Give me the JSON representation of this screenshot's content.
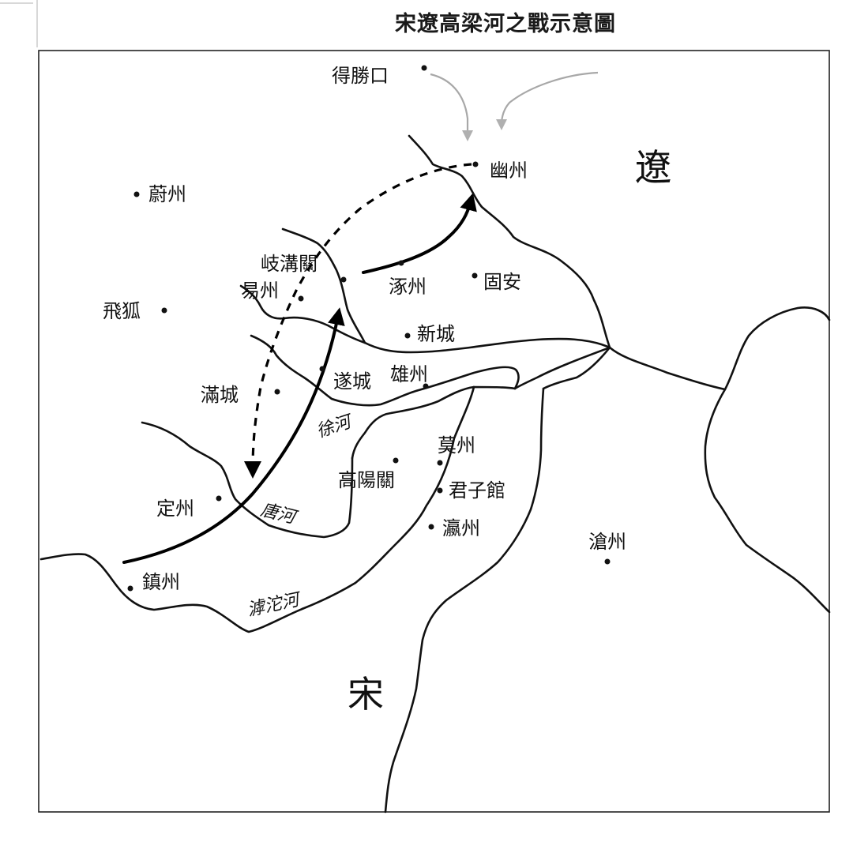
{
  "title": "宋遼高梁河之戰示意圖",
  "regions": {
    "liao": "遼",
    "song": "宋"
  },
  "places": {
    "deshengkou": "得勝口",
    "youzhou": "幽州",
    "weizhou": "蔚州",
    "qigouguan": "岐溝關",
    "yizhou": "易州",
    "zhuozhou": "涿州",
    "guan": "固安",
    "feihu": "飛狐",
    "xincheng": "新城",
    "mancheng": "滿城",
    "suicheng": "遂城",
    "xiongzhou": "雄州",
    "mozhou": "莫州",
    "gaoyangguan": "高陽關",
    "junziguan": "君子館",
    "dingzhou": "定州",
    "yingzhou": "瀛州",
    "cangzhou": "滄州",
    "zhenzhou": "鎮州"
  },
  "rivers": {
    "xuhe": "徐河",
    "tanghe": "唐河",
    "hutuohe": "滹沱河"
  }
}
